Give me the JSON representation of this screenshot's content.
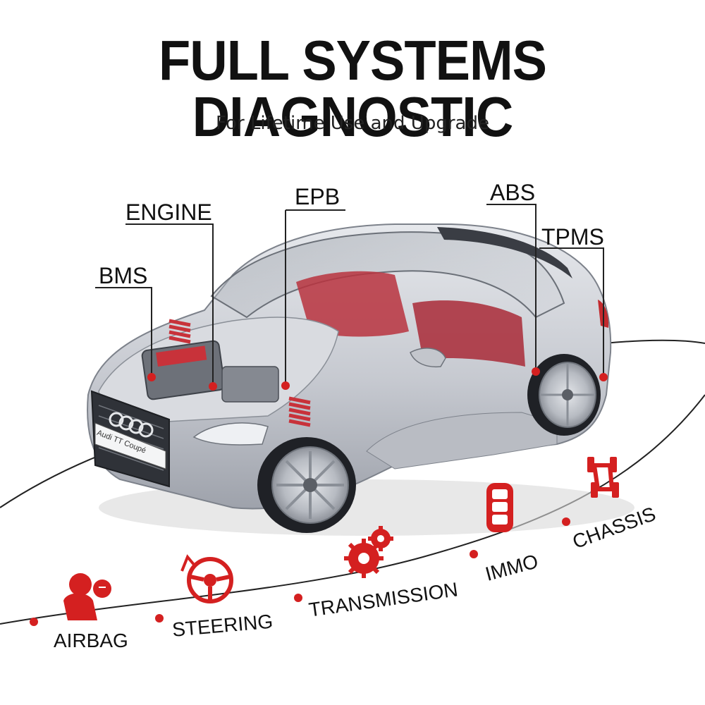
{
  "title": "FULL SYSTEMS DIAGNOSTIC",
  "subtitle": "For Lifetime Use and Upgrade",
  "car_badge": "Audi TT Coupé",
  "callouts": {
    "bms": "BMS",
    "engine": "ENGINE",
    "epb": "EPB",
    "abs": "ABS",
    "tpms": "TPMS"
  },
  "systems": {
    "airbag": "AIRBAG",
    "steering": "STEERING",
    "transmission": "TRANSMISSION",
    "immo": "IMMO",
    "chassis": "CHASSIS"
  },
  "colors": {
    "accent": "#d42020",
    "text": "#111111",
    "car_body": "#c9ccd3",
    "interior": "#b8323e"
  },
  "icons": [
    "airbag-icon",
    "steering-wheel-icon",
    "gears-icon",
    "car-key-icon",
    "chassis-icon"
  ]
}
